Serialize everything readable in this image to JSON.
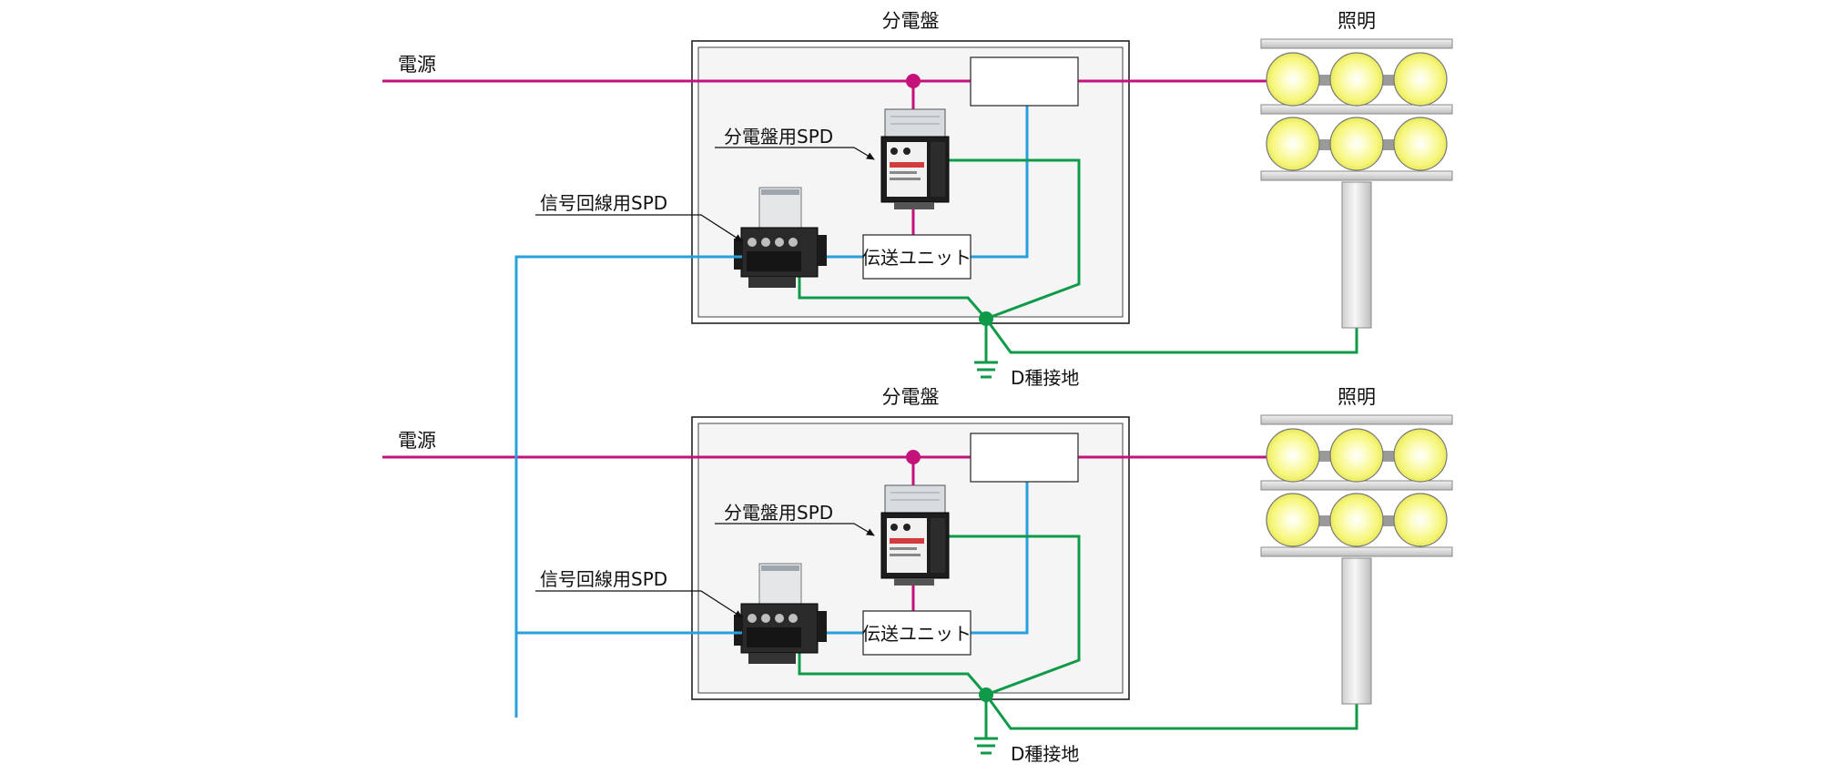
{
  "colors": {
    "power": "#c4127a",
    "signal": "#27a0dc",
    "ground": "#0f9a4a",
    "lamp_glow": "#fbfb8c",
    "panel_bg": "#f5f5f5"
  },
  "sections": [
    {
      "panel_title": "分電盤",
      "light_title": "照明",
      "power_label": "電源",
      "spd_panel_label": "分電盤用SPD",
      "spd_signal_label": "信号回線用SPD",
      "transmission_unit_label": "伝送ユニット",
      "breaker_label": "",
      "ground_label": "D種接地"
    },
    {
      "panel_title": "分電盤",
      "light_title": "照明",
      "power_label": "電源",
      "spd_panel_label": "分電盤用SPD",
      "spd_signal_label": "信号回線用SPD",
      "transmission_unit_label": "伝送ユニット",
      "breaker_label": "",
      "ground_label": "D種接地"
    }
  ]
}
